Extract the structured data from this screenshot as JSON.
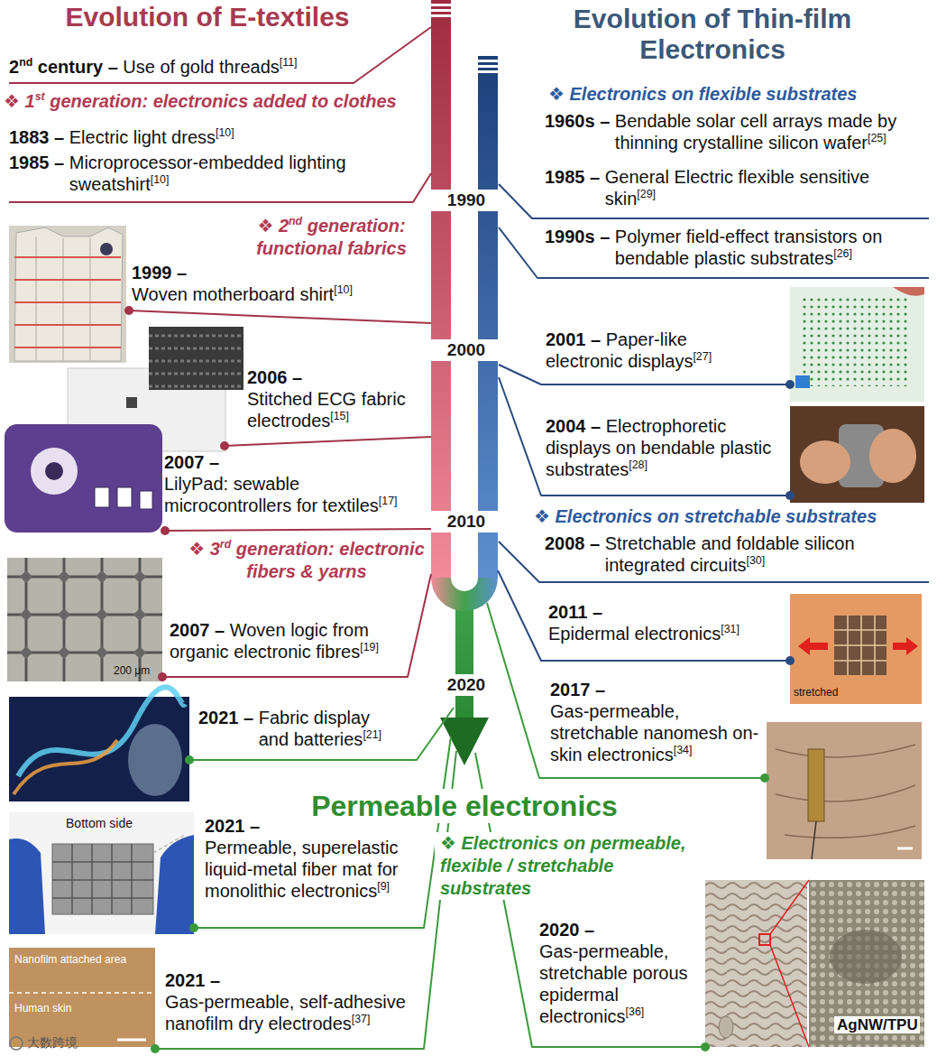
{
  "diagram": {
    "labels": [
      "Evolution of E-textiles",
      "Evolution of Thin-film Electronics",
      "2nd century – Use of gold threads[11]",
      "❖ 1st generation: electronics added to clothes",
      "1883 – Electric light dress[10]",
      "1985 – Microprocessor-embedded lighting sweatshirt[10]",
      "❖ 2nd generation: functional fabrics",
      "1999 – Woven motherboard shirt[10]",
      "2006 – Stitched ECG fabric electrodes[15]",
      "2007 – LilyPad: sewable microcontrollers for textiles[17]",
      "❖ 3rd generation: electronic fibers & yarns",
      "200 μm",
      "2007 – Woven logic from organic electronic fibres[19]",
      "2021 – Fabric display and batteries[21]",
      "Bottom side",
      "2021 – Permeable, superelastic liquid-metal fiber mat for monolithic electronics[9]",
      "Nanofilm attached area",
      "Human skin",
      "2021 – Gas-permeable, self-adhesive nanofilm dry electrodes[37]",
      "大数跨境",
      "1990",
      "2000",
      "2010",
      "2020",
      "❖ Electronics on flexible substrates",
      "1960s – Bendable solar cell arrays made by thinning crystalline silicon wafer[25]",
      "1985 – General Electric flexible sensitive skin[29]",
      "1990s – Polymer field-effect transistors on bendable plastic substrates[26]",
      "2001 – Paper-like electronic displays[27]",
      "2004 – Electrophoretic displays on bendable plastic substrates[28]",
      "❖ Electronics on stretchable substrates",
      "2008 – Stretchable and foldable silicon integrated circuits[30]",
      "2011 – Epidermal electronics[31]",
      "stretched",
      "2017 – Gas-permeable, stretchable nanomesh on-skin electronics[34]",
      "Permeable electronics",
      "❖ Electronics on permeable, flexible / stretchable substrates",
      "2020 – Gas-permeable, stretchable porous epidermal electronics[36]",
      "AgNW/TPU"
    ]
  }
}
